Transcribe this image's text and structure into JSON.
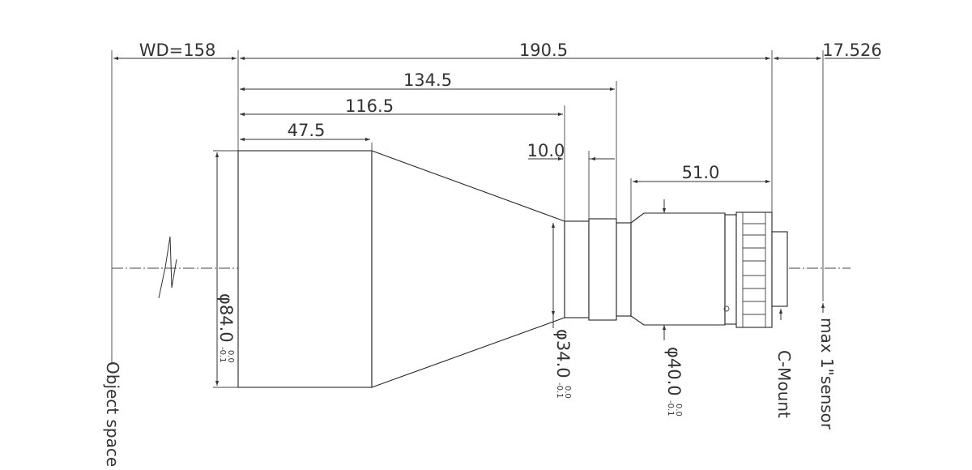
{
  "colors": {
    "line": "#333333",
    "background": "#ffffff"
  },
  "dimensions": {
    "wd": "WD=158",
    "total": "190.5",
    "flange": "17.526",
    "d134": "134.5",
    "d116": "116.5",
    "d47": "47.5",
    "d10": "10.0",
    "d51": "51.0"
  },
  "diameters": {
    "d84": {
      "value": "φ84.0",
      "tol_upper": "0.0",
      "tol_lower": "-0.1"
    },
    "d34": {
      "value": "φ34.0",
      "tol_upper": "0.0",
      "tol_lower": "-0.1"
    },
    "d40": {
      "value": "φ40.0",
      "tol_upper": "0.0",
      "tol_lower": "-0.1"
    }
  },
  "labels": {
    "object_space": "Object space",
    "c_mount": "C-Mount",
    "sensor": "max 1\"sensor"
  }
}
